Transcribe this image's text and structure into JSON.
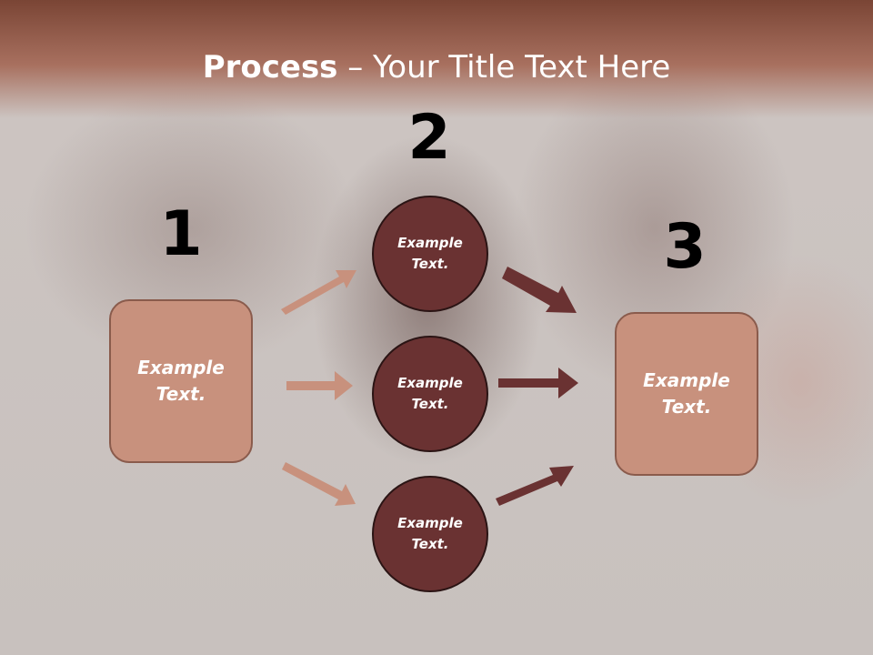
{
  "title": {
    "bold": "Process",
    "rest": " – Your Title Text Here"
  },
  "steps": {
    "n1": "1",
    "n2": "2",
    "n3": "3"
  },
  "left_box": {
    "line1": "Example",
    "line2": "Text."
  },
  "circles": [
    {
      "line1": "Example",
      "line2": "Text."
    },
    {
      "line1": "Example",
      "line2": "Text."
    },
    {
      "line1": "Example",
      "line2": "Text."
    }
  ],
  "right_box": {
    "line1": "Example",
    "line2": "Text."
  },
  "colors": {
    "header": "#a8705f",
    "box_fill": "#c8917d",
    "circle_fill": "#6a3232",
    "arrow_light": "#c8917d",
    "arrow_dark": "#6a3232"
  }
}
